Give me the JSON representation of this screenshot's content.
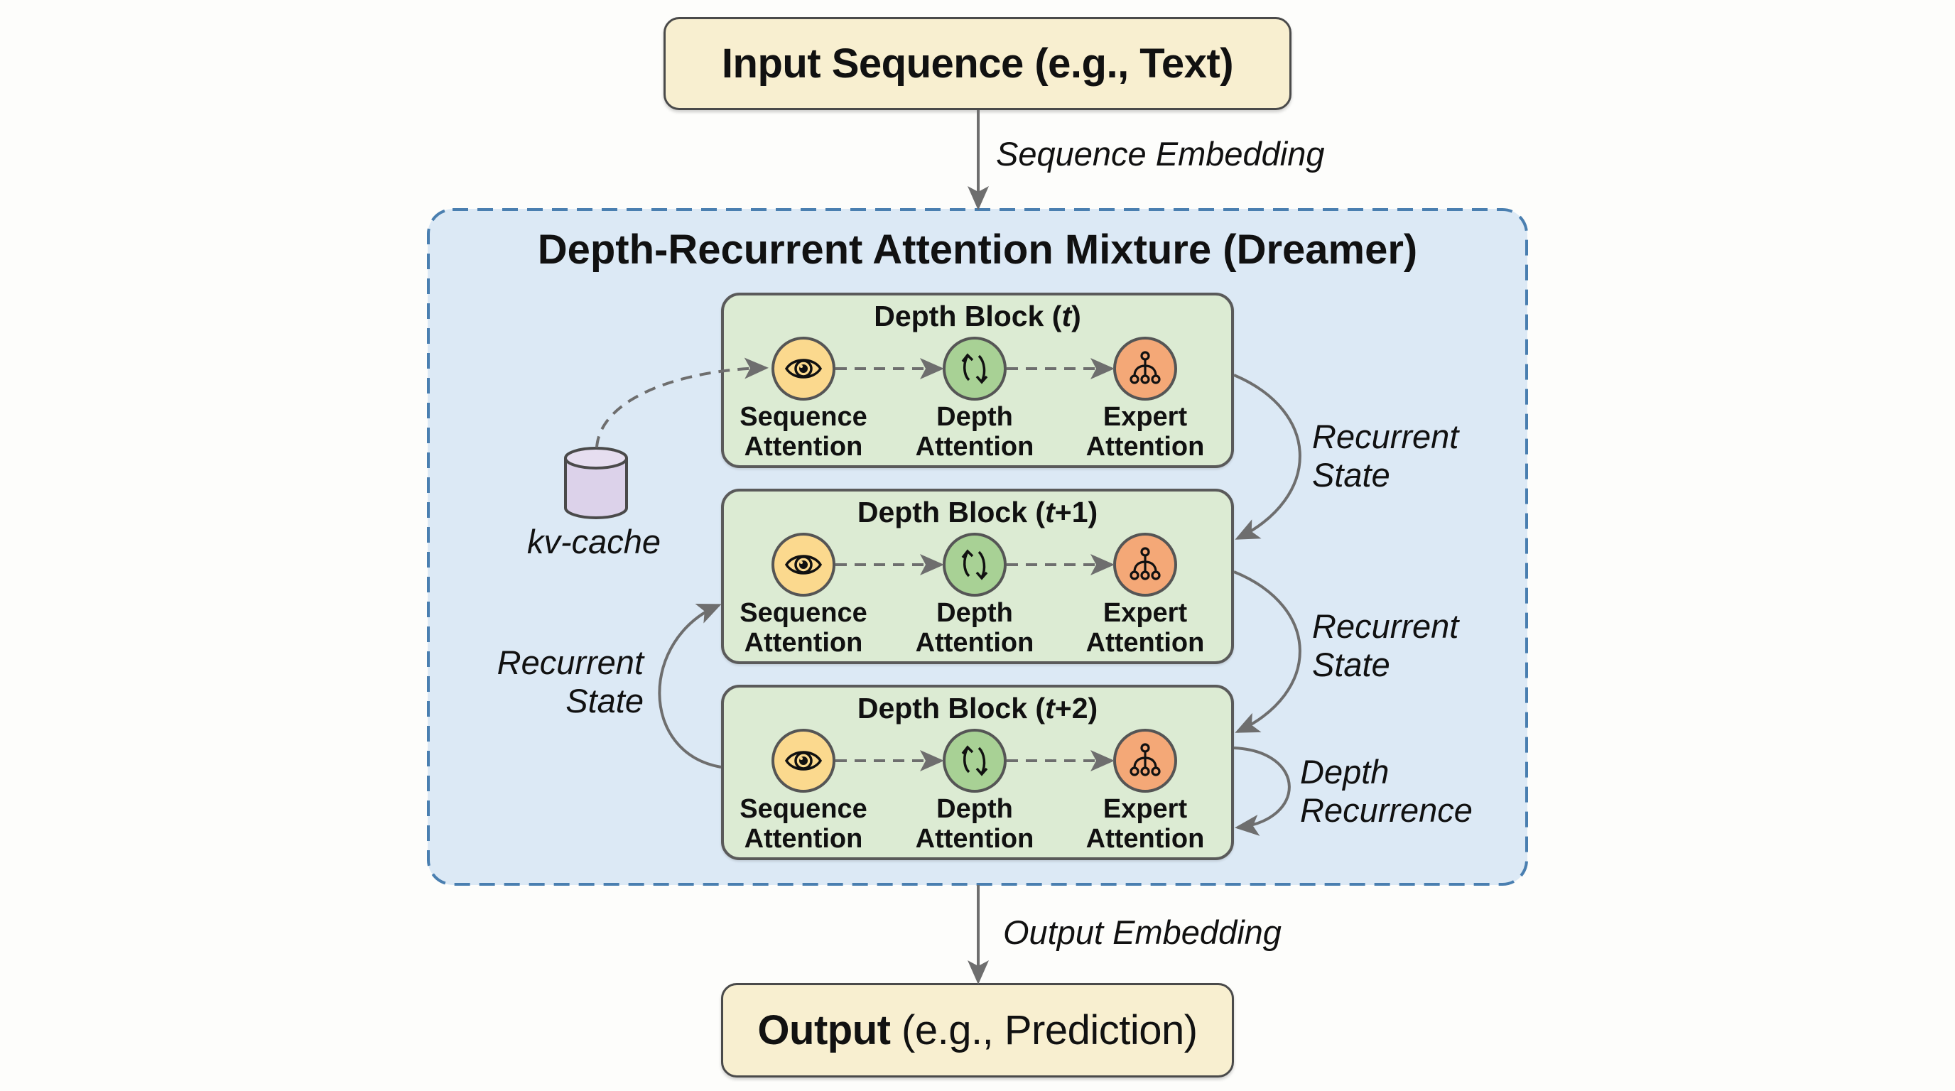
{
  "input": {
    "bold": "Input Sequence (e.g., Text)"
  },
  "edges": {
    "sequence_embedding": "Sequence Embedding",
    "output_embedding": "Output Embedding"
  },
  "container": {
    "title": "Depth-Recurrent Attention Mixture (Dreamer)"
  },
  "blocks": [
    {
      "title_prefix": "Depth Block (",
      "title_var": "t",
      "title_suffix": ")"
    },
    {
      "title_prefix": "Depth Block (",
      "title_var": "t",
      "title_suffix": "+1)"
    },
    {
      "title_prefix": "Depth Block (",
      "title_var": "t",
      "title_suffix": "+2)"
    }
  ],
  "nodes": [
    {
      "line1": "Sequence",
      "line2": "Attention",
      "icon": "eye-icon",
      "color": "#fbd98e"
    },
    {
      "line1": "Depth",
      "line2": "Attention",
      "icon": "cycle-arrows-icon",
      "color": "#a8d195"
    },
    {
      "line1": "Expert",
      "line2": "Attention",
      "icon": "branch-tree-icon",
      "color": "#f4a877"
    }
  ],
  "kv_cache": {
    "label": "kv-cache",
    "icon": "database-cylinder-icon"
  },
  "recurrence_labels": {
    "right_1": {
      "line1": "Recurrent",
      "line2": "State"
    },
    "right_2": {
      "line1": "Recurrent",
      "line2": "State"
    },
    "right_3": {
      "line1": "Depth",
      "line2": "Recurrence"
    },
    "left": {
      "line1": "Recurrent",
      "line2": "State"
    }
  },
  "output": {
    "bold": "Output",
    "rest": " (e.g., Prediction)"
  },
  "colors": {
    "io_fill": "#f8efd0",
    "container_fill": "#dce9f5",
    "container_border": "#4a7fb0",
    "block_fill": "#dcebd3",
    "arrow": "#6e6e6e",
    "kv_fill": "#dcd2ea"
  }
}
